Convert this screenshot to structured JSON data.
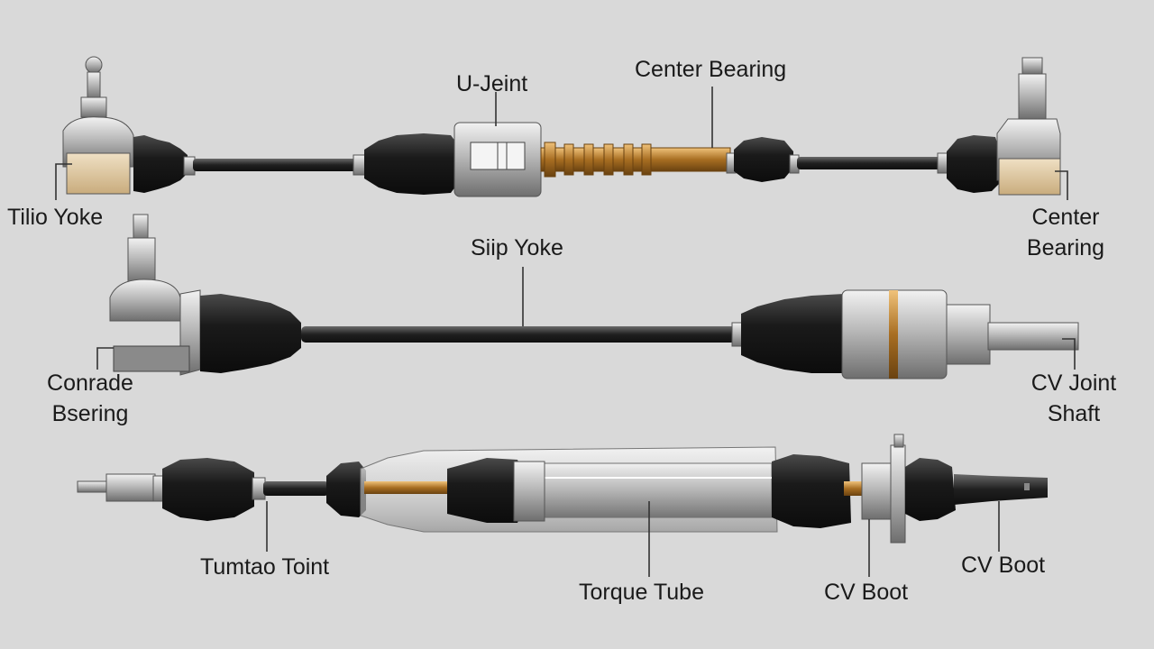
{
  "labels": {
    "u_joint": "U-Jeint",
    "center_bearing_top": "Center Bearing",
    "tilio_yoke": "Tilio Yoke",
    "center_bearing_right_1": "Center",
    "center_bearing_right_2": "Bearing",
    "slip_yoke": "Siip Yoke",
    "conrade_bearing_1": "Conrade",
    "conrade_bearing_2": "Bsering",
    "cv_joint_shaft_1": "CV Joint",
    "cv_joint_shaft_2": "Shaft",
    "tumtao_joint": "Tumtao Toint",
    "torque_tube": "Torque Tube",
    "cv_boot_center": "CV Boot",
    "cv_boot_right": "CV Boot"
  },
  "colors": {
    "background": "#d9d9d9",
    "boot": "#1c1c1c",
    "shaft": "#2a2a2a",
    "metal": "#b8b8b8",
    "brass": "#b07a2a",
    "leader": "#333333"
  }
}
